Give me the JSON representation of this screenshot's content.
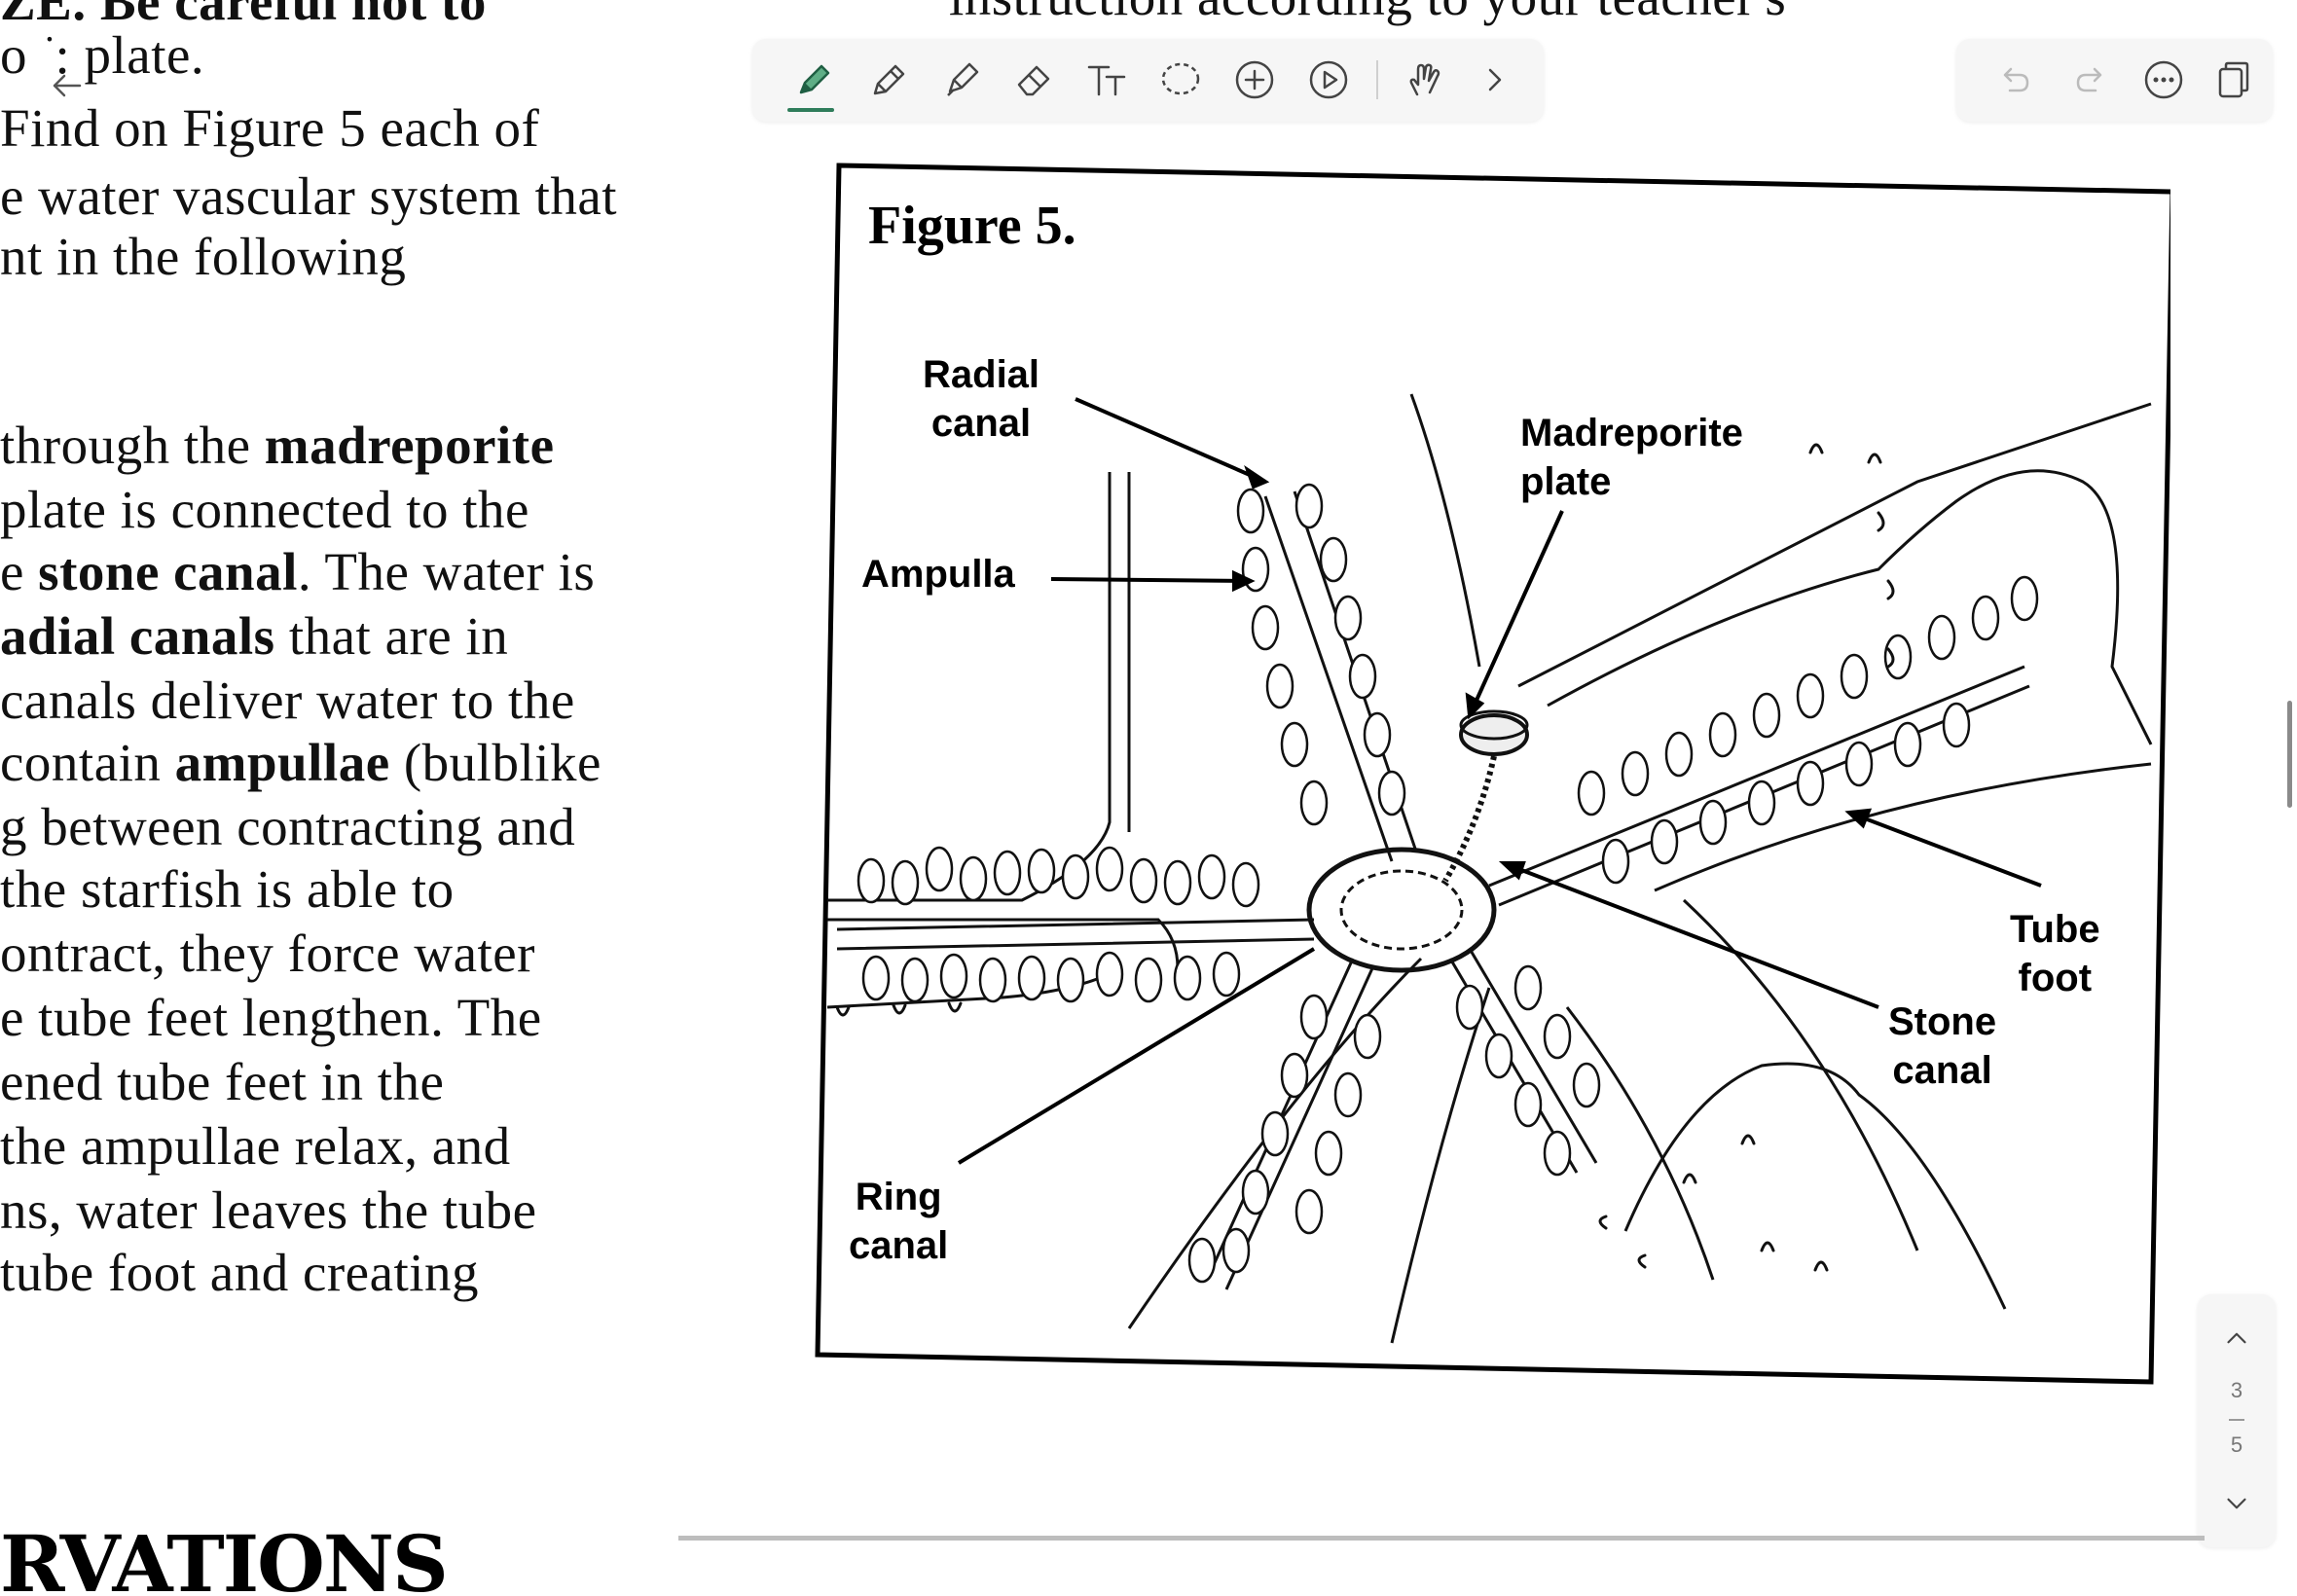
{
  "document": {
    "lines": [
      "o ͘ : plate.",
      "Find on Figure 5 each of",
      "e water vascular system that",
      "nt in the following",
      "through the madreporite",
      "plate is connected to the",
      "e stone canal. The water is",
      "adial canals that are in",
      "canals deliver water to the",
      "contain ampullae (bulblike",
      "g between contracting and",
      "the starfish is able to",
      "ontract, they force water",
      "e tube feet lengthen. The",
      "ened tube feet in the",
      "the ampullae relax, and",
      "ns, water leaves the tube",
      "tube foot and creating"
    ],
    "top_partial_left": "ZE. Be careful not to",
    "top_partial_right": "instruction according to your teacher's",
    "heading": "RVATIONS"
  },
  "toolbar": {
    "tools": [
      "pen-icon",
      "pencil-icon",
      "highlighter-icon",
      "eraser-icon",
      "text-icon",
      "lasso-icon",
      "add-icon",
      "play-icon",
      "hand-icon",
      "chevron-right-icon"
    ],
    "active_tool": "pen-icon",
    "right_tools": [
      "undo-icon",
      "redo-icon",
      "more-icon",
      "pages-icon"
    ]
  },
  "figure": {
    "title": "Figure 5.",
    "labels": {
      "radial": "Radial canal",
      "radial_l1": "Radial",
      "radial_l2": "canal",
      "ampulla": "Ampulla",
      "madreporite_l1": "Madreporite",
      "madreporite_l2": "plate",
      "tube_l1": "Tube",
      "tube_l2": "foot",
      "stone_l1": "Stone",
      "stone_l2": "canal",
      "ring_l1": "Ring",
      "ring_l2": "canal"
    }
  },
  "pager": {
    "current": "3",
    "total": "5"
  },
  "colors": {
    "accent": "#2f7d5b",
    "toolbar_bg": "#f6f6f6",
    "icon": "#444444"
  }
}
